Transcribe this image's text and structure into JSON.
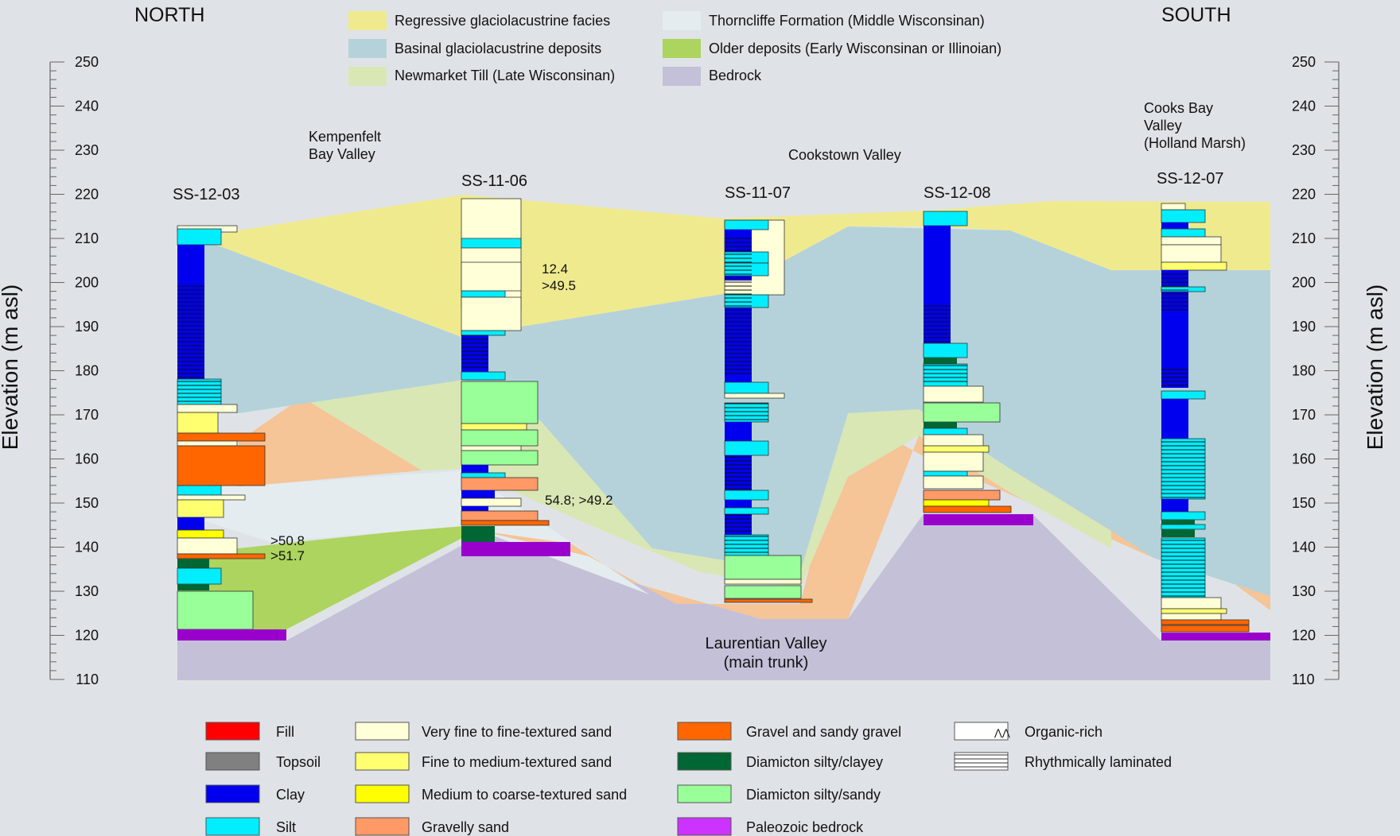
{
  "directions": {
    "north": "NORTH",
    "south": "SOUTH"
  },
  "axis": {
    "label": "Elevation (m asl)",
    "min": 110,
    "max": 250,
    "ticks": [
      "250",
      "240",
      "230",
      "220",
      "210",
      "200",
      "190",
      "180",
      "170",
      "160",
      "150",
      "140",
      "130",
      "120",
      "110"
    ]
  },
  "top_legend": [
    {
      "label": "Regressive glaciolacustrine facies",
      "color": "#f0ea8e"
    },
    {
      "label": "Basinal glaciolacustrine deposits",
      "color": "#b5d2da"
    },
    {
      "label": "Newmarket Till (Late Wisconsinan)",
      "color": "#d9e7b4"
    },
    {
      "label": "Thorncliffe Formation (Middle Wisconsinan)",
      "color": "#e4ecef"
    },
    {
      "label": "Older deposits (Early Wisconsinan or Illinoian)",
      "color": "#acd45e"
    },
    {
      "label": "Bedrock",
      "color": "#c4c0d8"
    }
  ],
  "valleys": {
    "kempenfelt_1": "Kempenfelt",
    "kempenfelt_2": "Bay Valley",
    "cookstown": "Cookstown Valley",
    "cooks_1": "Cooks Bay",
    "cooks_2": "Valley",
    "cooks_3": "(Holland Marsh)",
    "laurentian_1": "Laurentian Valley",
    "laurentian_2": "(main trunk)"
  },
  "boreholes": [
    "SS-12-03",
    "SS-11-06",
    "SS-11-07",
    "SS-12-08",
    "SS-12-07"
  ],
  "annotations": {
    "a1": ">50.8",
    "a2": ">51.7",
    "a3": "12.4",
    "a4": ">49.5",
    "a5": "54.8; >49.2"
  },
  "bottom_legend": [
    {
      "label": "Fill",
      "color": "#ff0000"
    },
    {
      "label": "Topsoil",
      "color": "#808080"
    },
    {
      "label": "Clay",
      "color": "#0000ee"
    },
    {
      "label": "Silt",
      "color": "#00eeff"
    },
    {
      "label": "Very fine to fine-textured sand",
      "color": "#ffffd8"
    },
    {
      "label": "Fine to medium-textured sand",
      "color": "#ffff70"
    },
    {
      "label": "Medium to coarse-textured sand",
      "color": "#ffff00"
    },
    {
      "label": "Gravelly sand",
      "color": "#ff9966"
    },
    {
      "label": "Gravel and sandy gravel",
      "color": "#ff6600"
    },
    {
      "label": "Diamicton silty/clayey",
      "color": "#006633"
    },
    {
      "label": "Diamicton silty/sandy",
      "color": "#99ff99"
    },
    {
      "label": "Paleozoic bedrock",
      "color": "#cc33ff"
    },
    {
      "label": "Organic-rich",
      "color": "#ffffff"
    },
    {
      "label": "Rhythmically laminated",
      "color": "#ffffff"
    }
  ]
}
